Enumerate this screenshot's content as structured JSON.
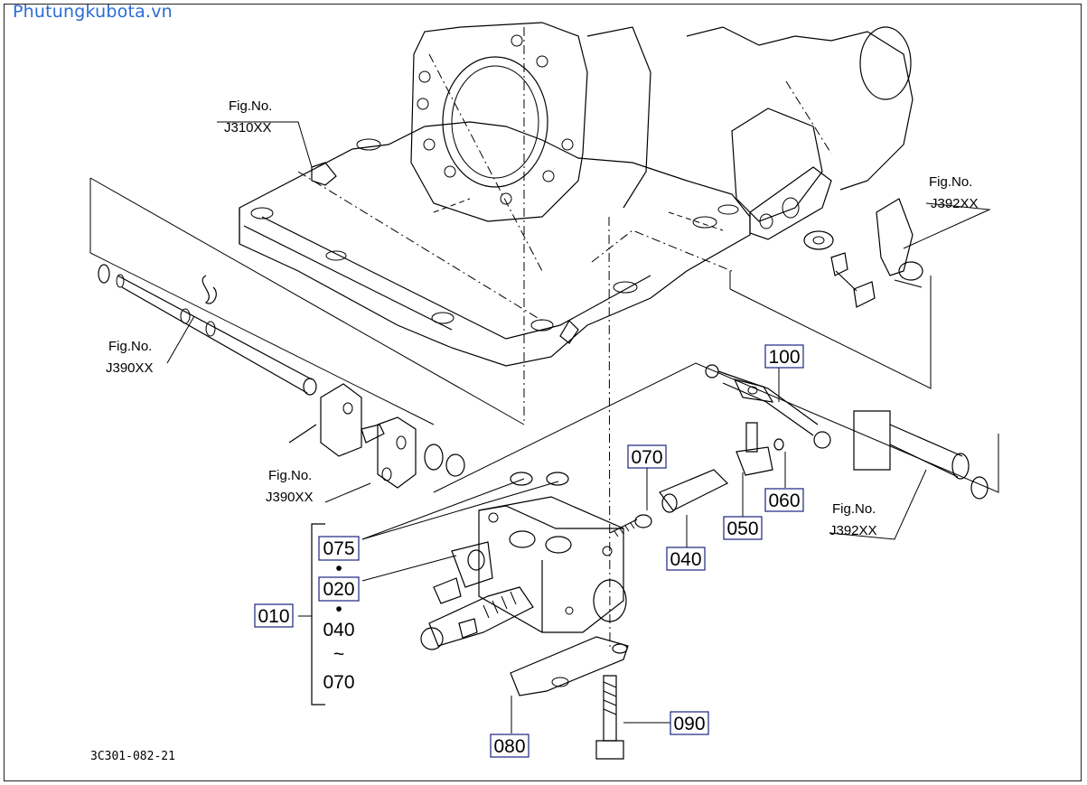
{
  "watermark": "Phutungkubota.vn",
  "drawing_code": "3C301-082-21",
  "part_labels": [
    "100",
    "070",
    "040",
    "050",
    "060",
    "080",
    "090",
    "010"
  ],
  "bracket_list": [
    "075",
    "020",
    "040",
    "070"
  ],
  "bracket_separators": [
    "•",
    "•",
    "~"
  ],
  "fig_refs": [
    {
      "title": "Fig.No.",
      "code": "J310XX"
    },
    {
      "title": "Fig.No.",
      "code": "J392XX"
    },
    {
      "title": "Fig.No.",
      "code": "J390XX"
    },
    {
      "title": "Fig.No.",
      "code": "J390XX"
    },
    {
      "title": "Fig.No.",
      "code": "J392XX"
    }
  ]
}
